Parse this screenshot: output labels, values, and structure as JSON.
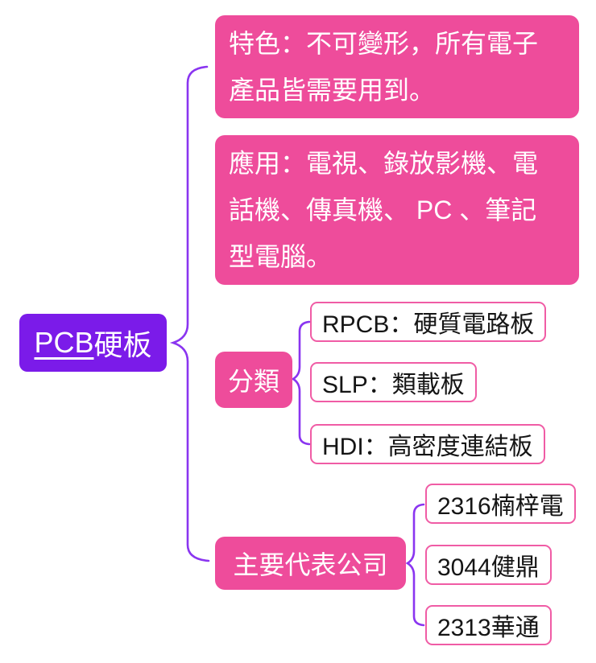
{
  "colors": {
    "root_bg": "#7B1BE9",
    "root_text": "#FFFFFF",
    "branch_bg": "#EE4C9B",
    "branch_text": "#FFFFFF",
    "leaf_border": "#F05CA5",
    "leaf_bg": "#FFFFFF",
    "leaf_text": "#151515",
    "connector": "#8A35F0",
    "background": "#FFFFFF"
  },
  "root": {
    "label_en": "PCB",
    "label_zh": "硬板"
  },
  "branches": [
    {
      "id": "feature",
      "text": "特色：不可變形，所有電子\n產品皆需要用到。"
    },
    {
      "id": "application",
      "text": "應用：電視、錄放影機、電\n話機、傳真機、 PC 、筆記\n型電腦。"
    },
    {
      "id": "category",
      "label": "分類",
      "children": [
        {
          "label": "RPCB：硬質電路板"
        },
        {
          "label": "SLP：類載板"
        },
        {
          "label": "HDI：高密度連結板"
        }
      ]
    },
    {
      "id": "companies",
      "label": "主要代表公司",
      "children": [
        {
          "label": "2316楠梓電"
        },
        {
          "label": "3044健鼎"
        },
        {
          "label": "2313華通"
        }
      ]
    }
  ]
}
